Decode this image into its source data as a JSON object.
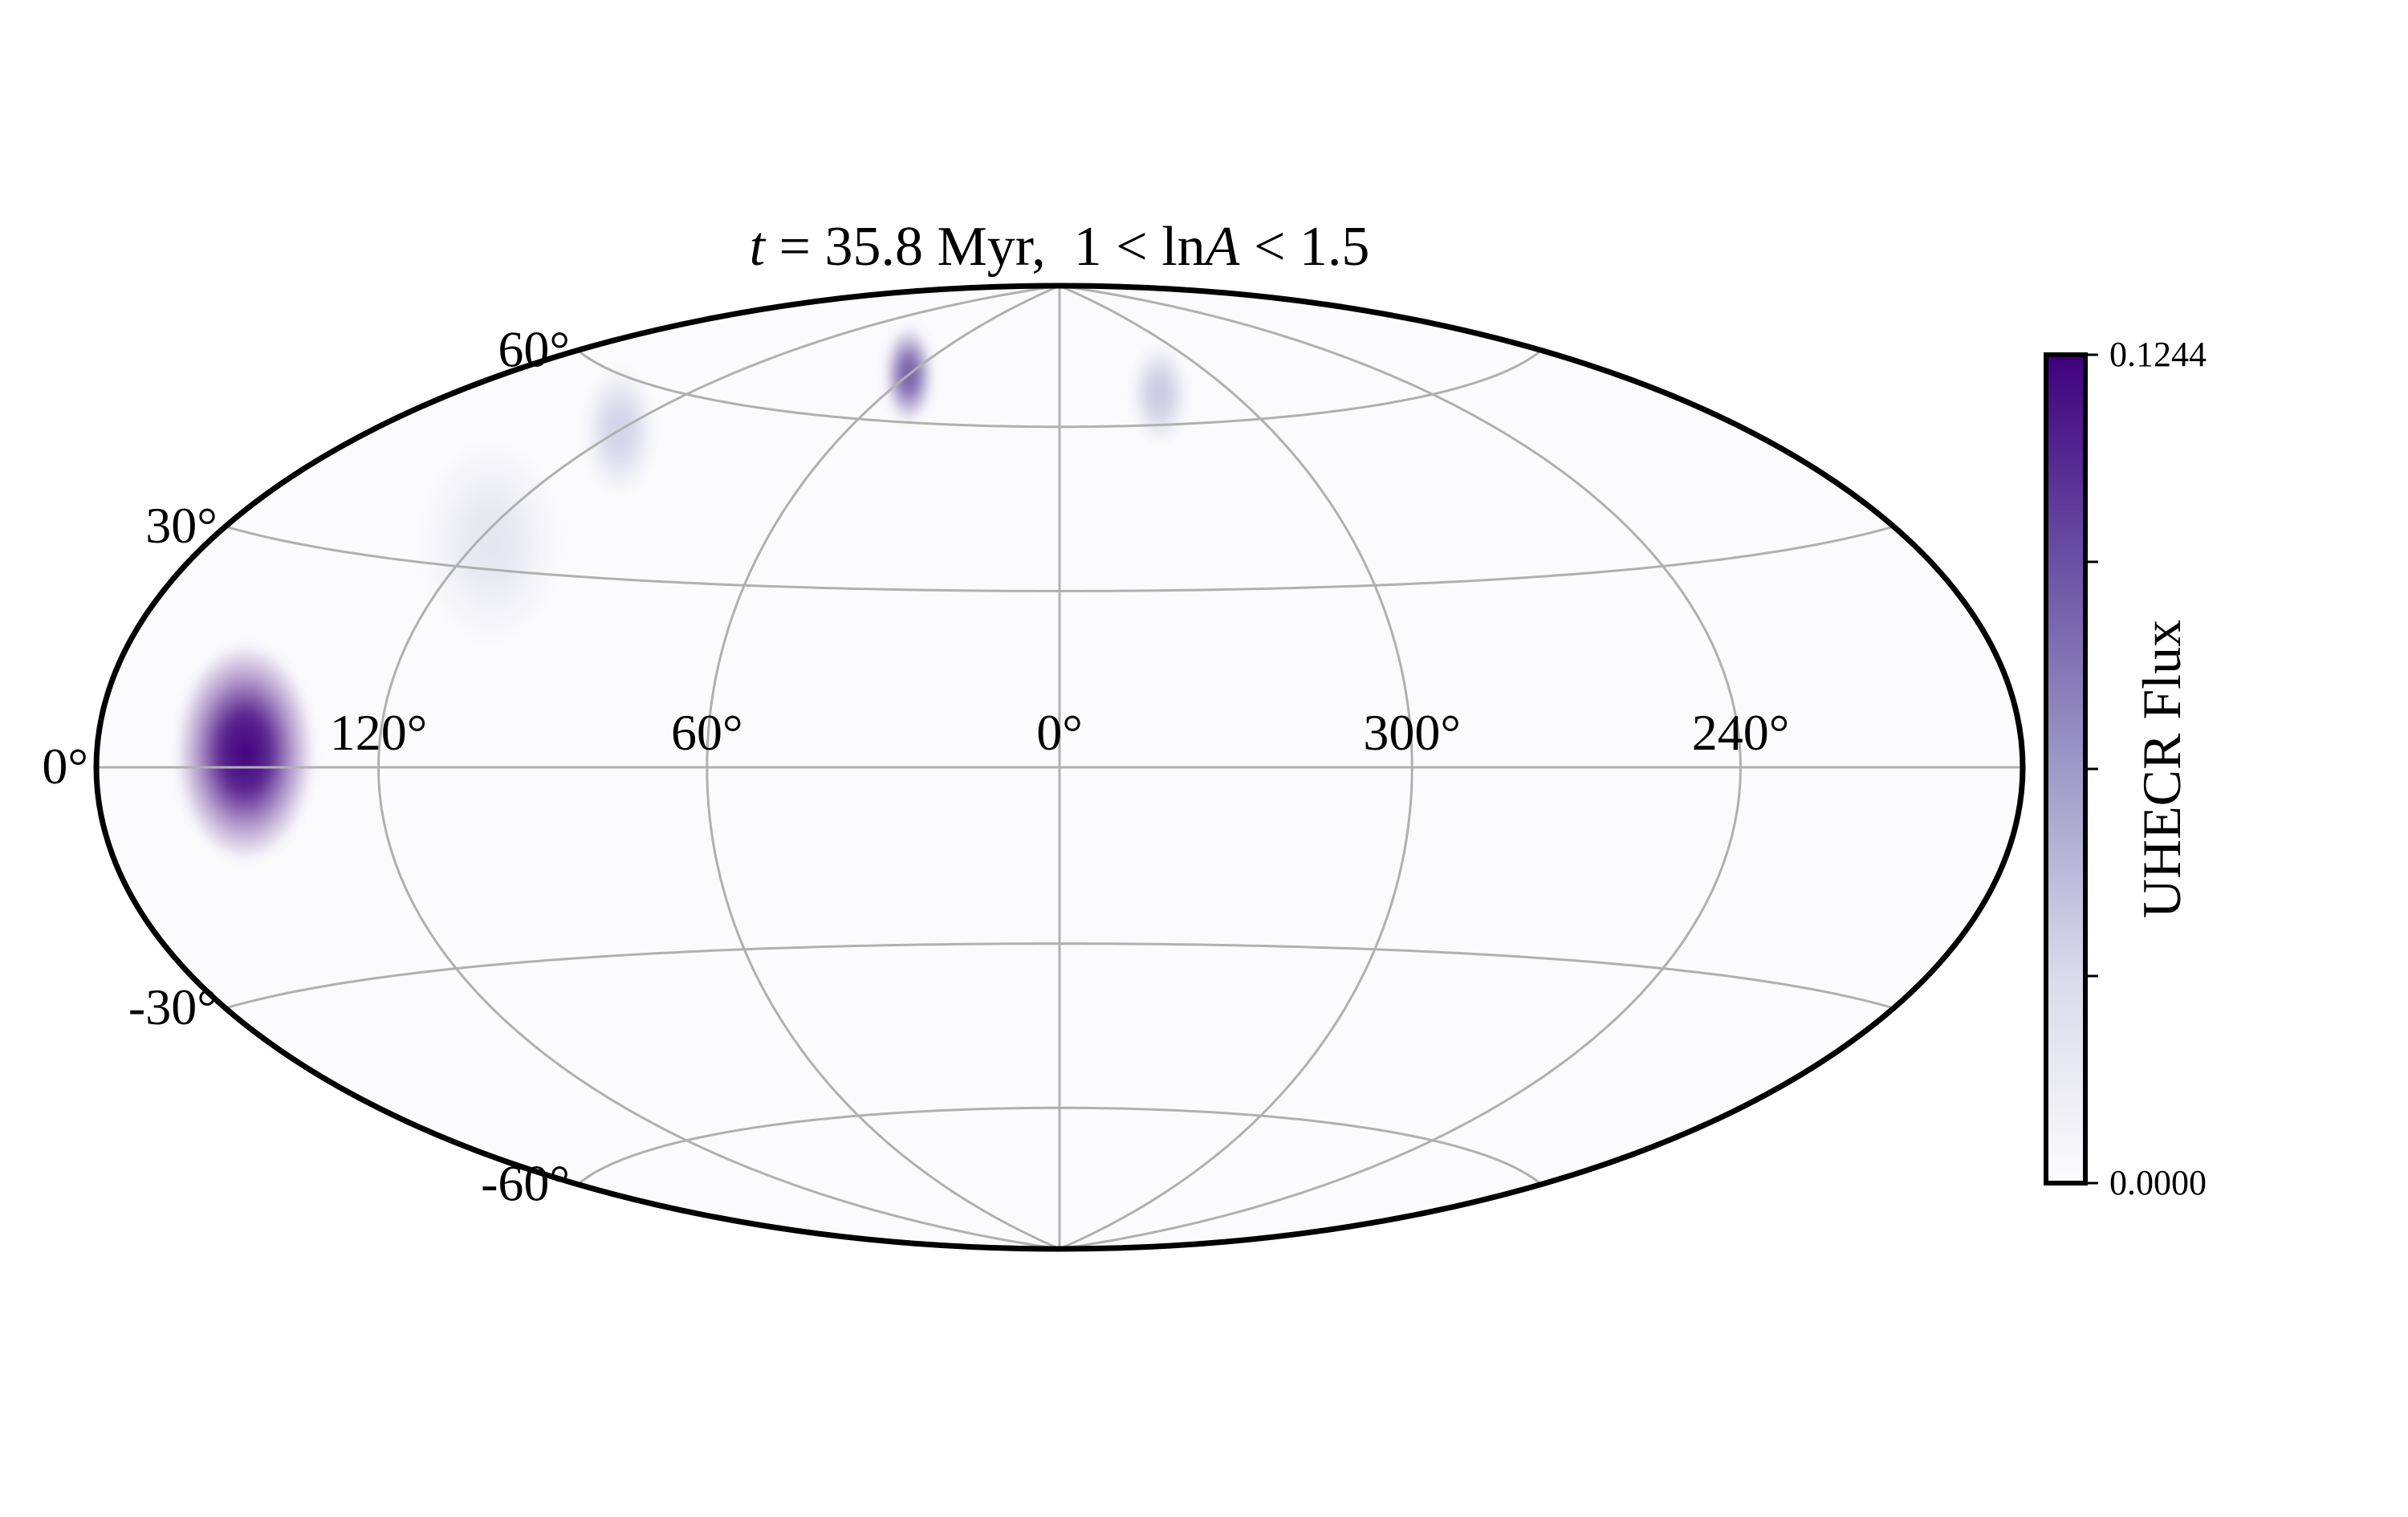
{
  "chart_data": {
    "type": "heatmap",
    "projection": "hammer-aitoff",
    "title": {
      "var": "t",
      "value_text": " = 35.8 Myr,  1 < ln",
      "mass_var": "A",
      "range_text": " < 1.5"
    },
    "longitude_ticks": [
      "120°",
      "60°",
      "0°",
      "300°",
      "240°"
    ],
    "latitude_ticks": [
      "60°",
      "30°",
      "0°",
      "-30°",
      "-60°"
    ],
    "longitude_tick_values": [
      120,
      60,
      0,
      300,
      240
    ],
    "latitude_tick_values": [
      60,
      30,
      0,
      -30,
      -60
    ],
    "grid": true,
    "colormap": "Purples",
    "colorbar": {
      "label": "UHECR Flux",
      "min_label": "0.0000",
      "max_label": "0.1244",
      "min": 0.0,
      "max": 0.1244,
      "placement": "right"
    },
    "flux_features": [
      {
        "lon_deg": 147,
        "lat_deg": 2,
        "sigma_deg": 7,
        "peak": 0.1244
      },
      {
        "lon_deg": 117,
        "lat_deg": 34,
        "sigma_deg": 8,
        "peak": 0.02
      },
      {
        "lon_deg": 120,
        "lat_deg": 53,
        "sigma_deg": 6,
        "peak": 0.035
      },
      {
        "lon_deg": 60,
        "lat_deg": 69,
        "sigma_deg": 5,
        "peak": 0.09
      },
      {
        "lon_deg": 325,
        "lat_deg": 66,
        "sigma_deg": 5,
        "peak": 0.04
      }
    ],
    "colors": {
      "background": "#fbfbfd",
      "low": "#fcfbfd",
      "mid": "#9e9ac8",
      "high": "#3f007d",
      "grid": "#b0b0b0"
    }
  }
}
